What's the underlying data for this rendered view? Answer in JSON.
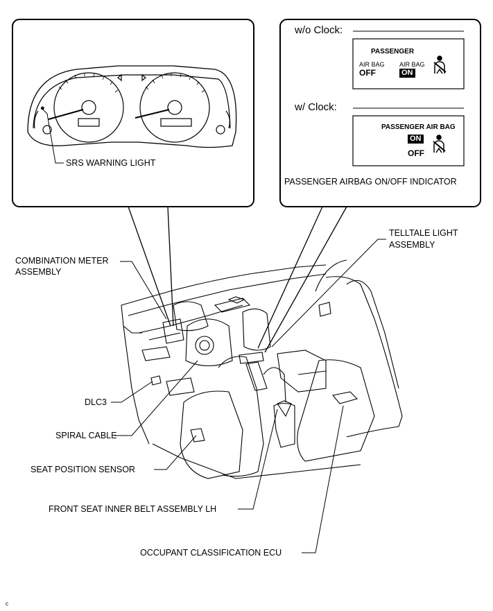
{
  "labels": {
    "srs_warning_light": "SRS WARNING LIGHT",
    "passenger_airbag_indicator": "PASSENGER AIRBAG ON/OFF INDICATOR",
    "combination_meter_1": "COMBINATION METER",
    "combination_meter_2": "ASSEMBLY",
    "telltale_1": "TELLTALE LIGHT",
    "telltale_2": "ASSEMBLY",
    "dlc3": "DLC3",
    "spiral_cable": "SPIRAL CABLE",
    "seat_position_sensor": "SEAT POSITION SENSOR",
    "front_seat_belt": "FRONT SEAT INNER BELT ASSEMBLY LH",
    "occupant_ecu": "OCCUPANT CLASSIFICATION ECU",
    "corner_code": "C"
  },
  "indicator_panel": {
    "wo_clock_title": "w/o Clock:",
    "w_clock_title": "w/ Clock:",
    "wo_clock": {
      "passenger": "PASSENGER",
      "airbag_off_top": "AIR BAG",
      "airbag_off_bottom": "OFF",
      "airbag_on_top": "AIR BAG",
      "airbag_on_bottom": "ON"
    },
    "w_clock": {
      "passenger_air_bag": "PASSENGER AIR BAG",
      "on": "ON",
      "off": "OFF"
    }
  },
  "icons": [
    "seatbelt-icon",
    "srs-warning-icon",
    "gauge-icon"
  ]
}
